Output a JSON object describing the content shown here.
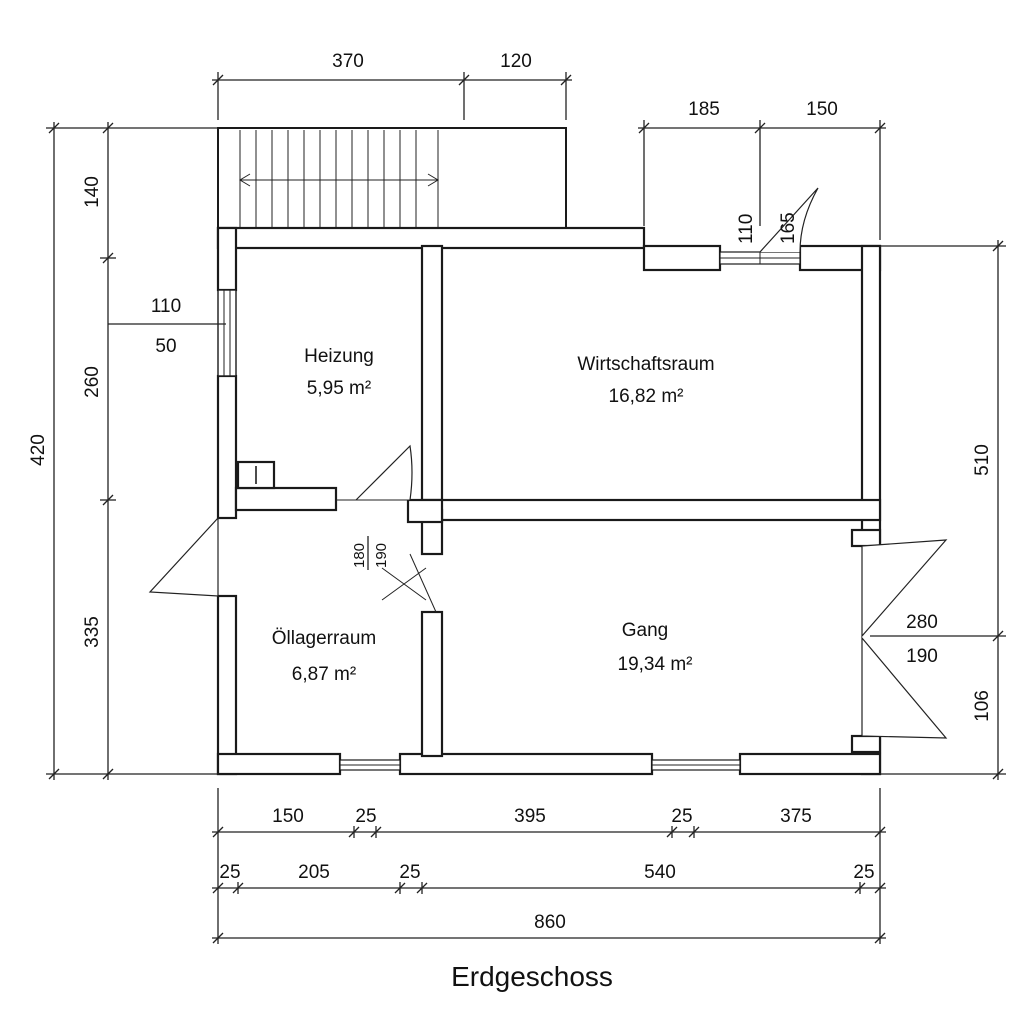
{
  "plan": {
    "title": "Erdgeschoss",
    "rooms": [
      {
        "name": "Heizung",
        "area": "5,95 m²"
      },
      {
        "name": "Wirtschaftsraum",
        "area": "16,82 m²"
      },
      {
        "name": "Öllagerraum",
        "area": "6,87 m²"
      },
      {
        "name": "Gang",
        "area": "19,34 m²"
      }
    ]
  },
  "dims": {
    "top_370": "370",
    "top_120": "120",
    "top_185": "185",
    "top_150": "150",
    "door_110": "110",
    "door_165": "165",
    "left_420": "420",
    "left_140": "140",
    "left_260": "260",
    "left_335": "335",
    "win_110": "110",
    "win_50": "50",
    "right_510": "510",
    "right_106": "106",
    "door_280": "280",
    "door_190": "190",
    "inner_180": "180",
    "inner_190": "190",
    "b1_150": "150",
    "b1_25a": "25",
    "b1_395": "395",
    "b1_25b": "25",
    "b1_375": "375",
    "b2_25a": "25",
    "b2_205": "205",
    "b2_25b": "25",
    "b2_540": "540",
    "b2_25c": "25",
    "b3_860": "860"
  }
}
